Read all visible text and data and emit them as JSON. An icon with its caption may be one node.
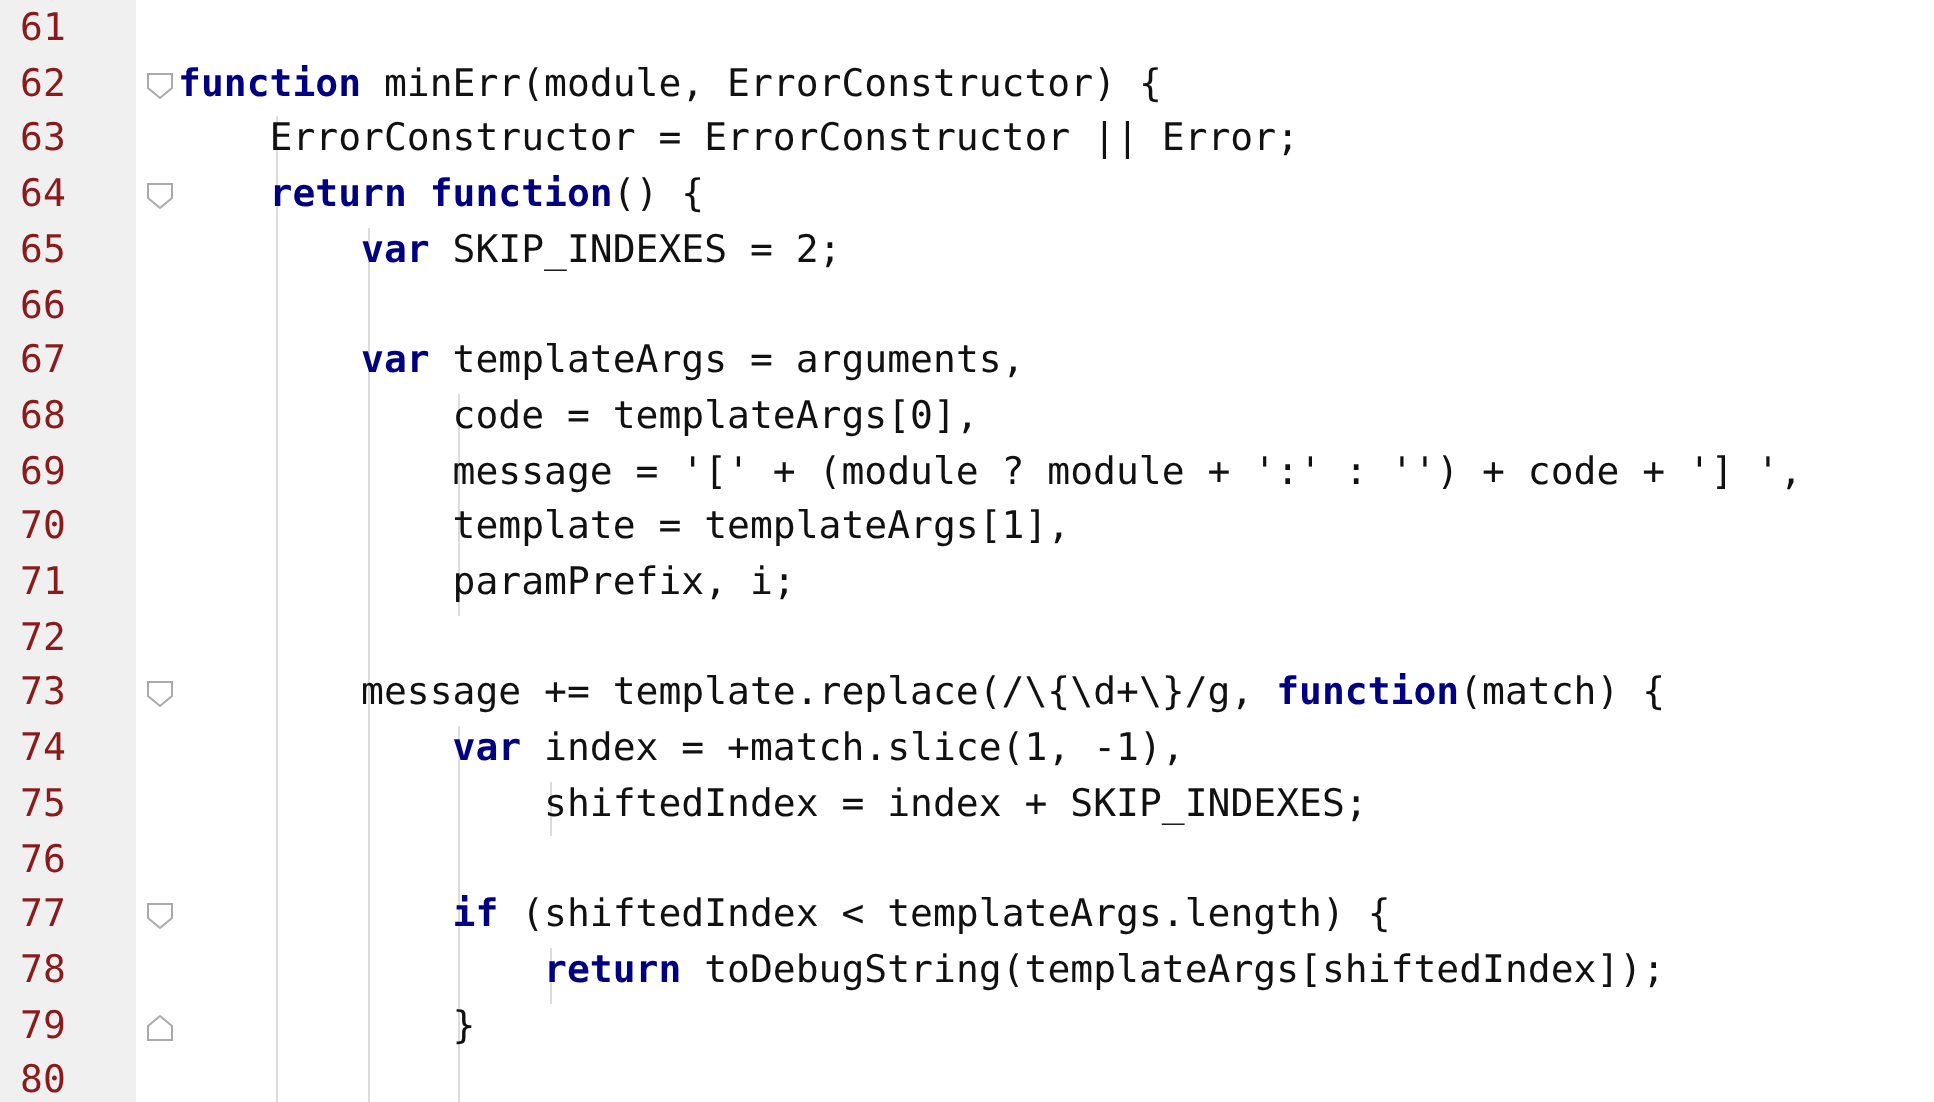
{
  "diagram": {
    "labels": [
      "61",
      "62",
      "**function** minErr(module, ErrorConstructor) {",
      "63",
      "ErrorConstructor = ErrorConstructor || Error;",
      "64",
      "**return** **function**() {",
      "65",
      "**var** SKIP_INDEXES = 2;",
      "66",
      "67",
      "**var** templateArgs = arguments,",
      "68",
      "code = templateArgs[0],",
      "69",
      "message = '[' + (module ? module + ':' : '') + code + '] ',",
      "70",
      "template = templateArgs[1],",
      "71",
      "paramPrefix, i;",
      "72",
      "73",
      "message += template.replace(/\\{\\d+\\}/g, **function**(match) {",
      "74",
      "**var** index = +match.slice(1, -1),",
      "75",
      "shiftedIndex = index + SKIP_INDEXES;",
      "76",
      "77",
      "**if** (shiftedIndex < templateArgs.length) {",
      "78",
      "**return** toDebugString(templateArgs[shiftedIndex]);",
      "79",
      "}",
      "80"
    ]
  }
}
